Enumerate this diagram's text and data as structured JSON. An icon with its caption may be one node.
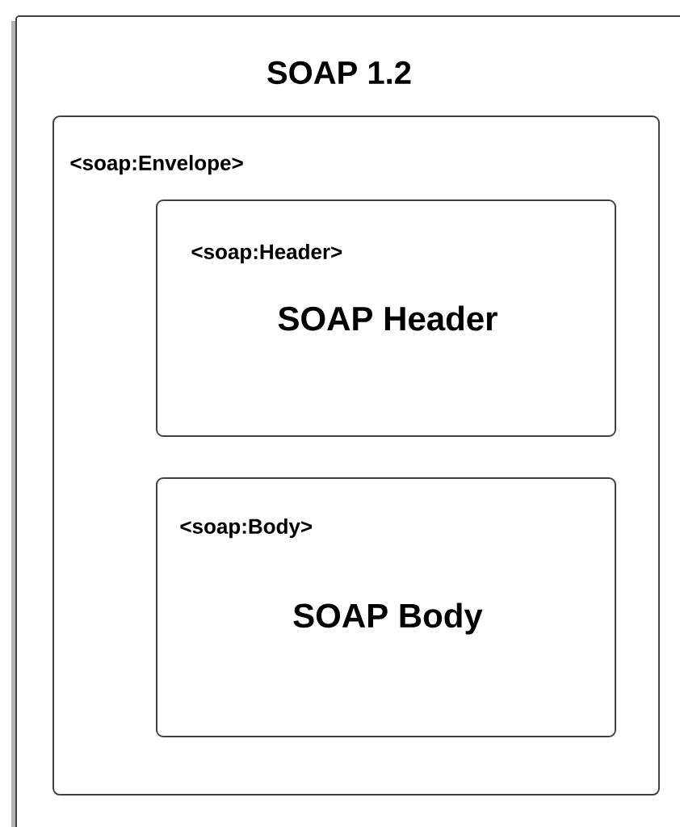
{
  "diagram": {
    "nodes": [
      {
        "text": [
          "SOAP 1.2"
        ]
      },
      {
        "text": [
          "<soap:Envelope>"
        ],
        "in": 0
      },
      {
        "text": [
          "<soap:Header>",
          "SOAP Header"
        ],
        "in": 1
      },
      {
        "text": [
          "<soap:Body>",
          "SOAP Body"
        ],
        "in": 1
      }
    ]
  }
}
